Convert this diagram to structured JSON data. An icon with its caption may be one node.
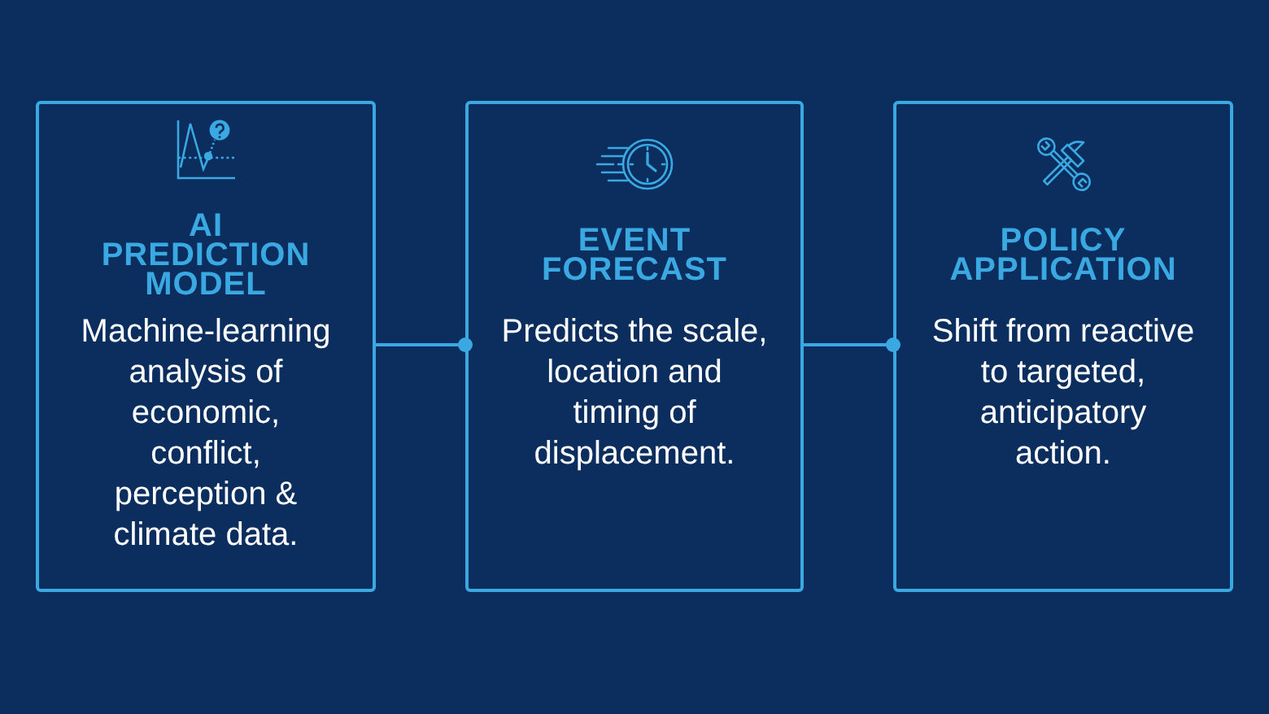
{
  "diagram": {
    "nodes": [
      {
        "text": [
          "AI PREDICTION MODEL",
          "Machine-learning analysis of economic, conflict, perception & climate data."
        ]
      },
      {
        "text": [
          "EVENT FORECAST",
          "Predicts the scale, location and timing of displacement."
        ]
      },
      {
        "text": [
          "POLICY APPLICATION",
          "Shift from reactive to targeted, anticipatory action."
        ]
      }
    ],
    "edges": [
      {
        "from": 0,
        "to": 1,
        "arrow": "other"
      },
      {
        "from": 1,
        "to": 2,
        "arrow": "other"
      }
    ]
  }
}
